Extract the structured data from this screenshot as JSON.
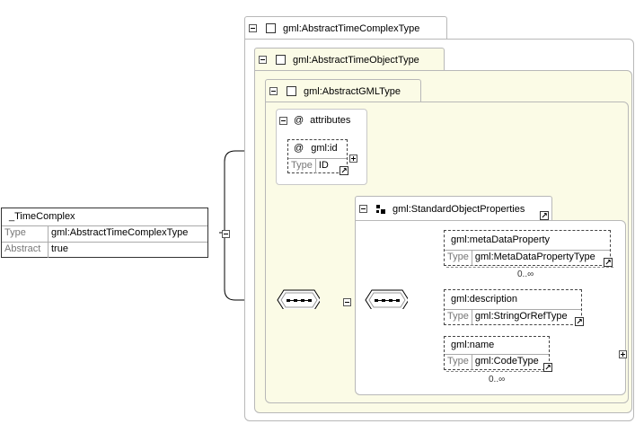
{
  "root": {
    "title": "_TimeComplex",
    "rows": [
      {
        "key": "Type",
        "value": "gml:AbstractTimeComplexType"
      },
      {
        "key": "Abstract",
        "value": "true"
      }
    ]
  },
  "types": {
    "outer": "gml:AbstractTimeComplexType",
    "middle": "gml:AbstractTimeObjectType",
    "inner": "gml:AbstractGMLType"
  },
  "attributes": {
    "group_label": "attributes",
    "at_symbol": "@",
    "id_name": "gml:id",
    "id_type_key": "Type",
    "id_type_value": "ID"
  },
  "std_props": {
    "label": "gml:StandardObjectProperties",
    "elements": [
      {
        "name": "gml:metaDataProperty",
        "type_key": "Type",
        "type_value": "gml:MetaDataPropertyType",
        "card": "0..∞"
      },
      {
        "name": "gml:description",
        "type_key": "Type",
        "type_value": "gml:StringOrRefType",
        "card": ""
      },
      {
        "name": "gml:name",
        "type_key": "Type",
        "type_value": "gml:CodeType",
        "card": "0..∞"
      }
    ]
  },
  "colors": {
    "panel_fill": "#fbfbe6",
    "inner_fill": "#ffffff",
    "border": "#b8b8b8"
  }
}
